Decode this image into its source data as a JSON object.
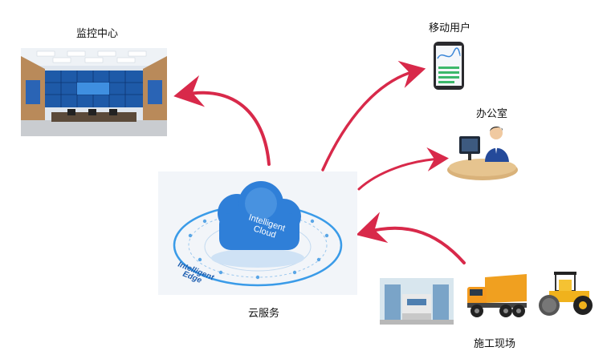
{
  "labels": {
    "monitoring_center": "监控中心",
    "mobile_user": "移动用户",
    "office": "办公室",
    "cloud_service": "云服务",
    "construction_site": "施工现场"
  },
  "cloud_graphic": {
    "cloud_text": [
      "Intelligent",
      "Cloud"
    ],
    "edge_text": [
      "Intelligent",
      "Edge"
    ],
    "cloud_color": "#2f7fd8",
    "ring_color": "#3a9be8"
  },
  "colors": {
    "arrow": "#d8294a",
    "background": "#ffffff"
  }
}
